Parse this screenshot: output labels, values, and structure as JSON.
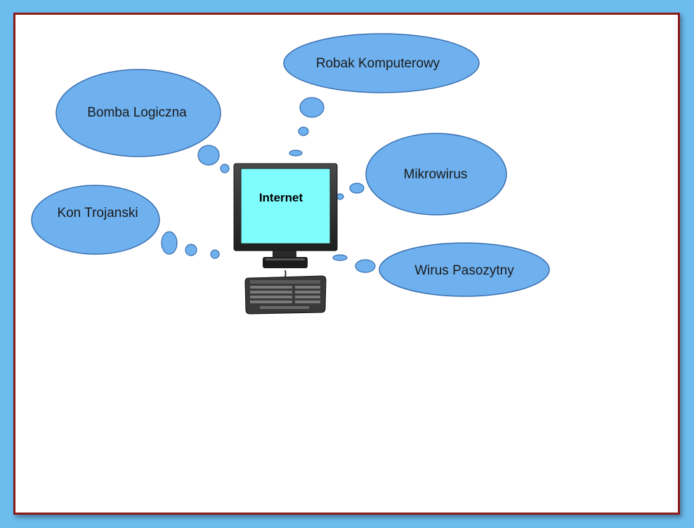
{
  "center": {
    "label": "Internet"
  },
  "bubbles": [
    {
      "label": "Robak Komputerowy"
    },
    {
      "label": "Bomba Logiczna"
    },
    {
      "label": "Mikrowirus"
    },
    {
      "label": "Kon Trojanski"
    },
    {
      "label": "Wirus Pasozytny"
    }
  ],
  "colors": {
    "background": "#6cbcee",
    "bubble_fill": "#6fb1ef",
    "bubble_stroke": "#3a6fb0",
    "screen": "#7ffcfc",
    "frame": "#8b1a1a"
  }
}
